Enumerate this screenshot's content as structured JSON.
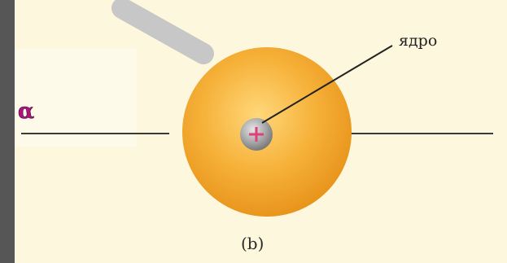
{
  "diagram": {
    "panel_background": "#fdf8dd",
    "frame_color": "#4d4d4d",
    "nucleus_label": "ядро",
    "nucleus_sign": "+",
    "particle_symbol": "α",
    "caption": "(b)",
    "atom_color": "#f4a92a",
    "nucleus_color": "#9a9a9a",
    "plus_color": "#e0407a",
    "alpha_color": "#b0137e",
    "track_color": "#bdbdbd"
  }
}
